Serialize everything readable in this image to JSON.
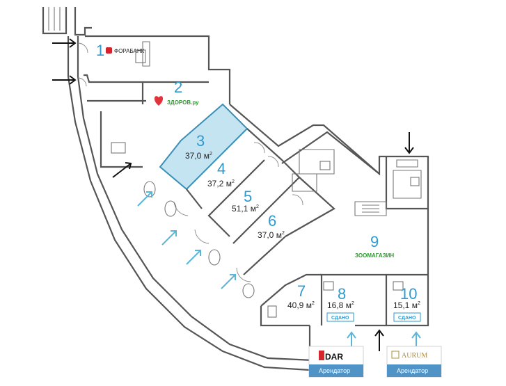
{
  "units": [
    {
      "id": "1",
      "number": "1",
      "area": ""
    },
    {
      "id": "2",
      "number": "2",
      "area": ""
    },
    {
      "id": "3",
      "number": "3",
      "area": "37,0 м",
      "highlighted": true
    },
    {
      "id": "4",
      "number": "4",
      "area": "37,2 м"
    },
    {
      "id": "5",
      "number": "5",
      "area": "51,1 м"
    },
    {
      "id": "6",
      "number": "6",
      "area": "37,0 м"
    },
    {
      "id": "7",
      "number": "7",
      "area": "40,9 м"
    },
    {
      "id": "8",
      "number": "8",
      "area": "16,8 м"
    },
    {
      "id": "9",
      "number": "9",
      "area": ""
    },
    {
      "id": "10",
      "number": "10",
      "area": "15,1 м"
    }
  ],
  "area_unit_sup": "2",
  "labels": {
    "forabank": "ФОРАБАНК",
    "zdorov": "ЗДОРОВ.ру",
    "zoomagazin": "ЗООМАГАЗИН",
    "sold": "СДАНО",
    "tenant": "Арендатор",
    "brand_ndar": "DAR",
    "brand_aurum": "AURUM"
  },
  "colors": {
    "highlight_fill": "#c5e4f1",
    "highlight_stroke": "#3a8fb7",
    "accent_blue": "#2e9ad0",
    "zdorov_green": "#2d9b2d",
    "zdorov_heart": "#e0333c",
    "forabank_red": "#d4232a",
    "ndar_red": "#d6262d",
    "aurum_gold": "#b08c3a",
    "tenant_bg": "#4f93c7"
  },
  "icons": [
    "entrance-arrow-black",
    "entrance-arrow-cyan",
    "heart-icon",
    "forabank-logo",
    "aurum-logo",
    "ndar-logo"
  ]
}
